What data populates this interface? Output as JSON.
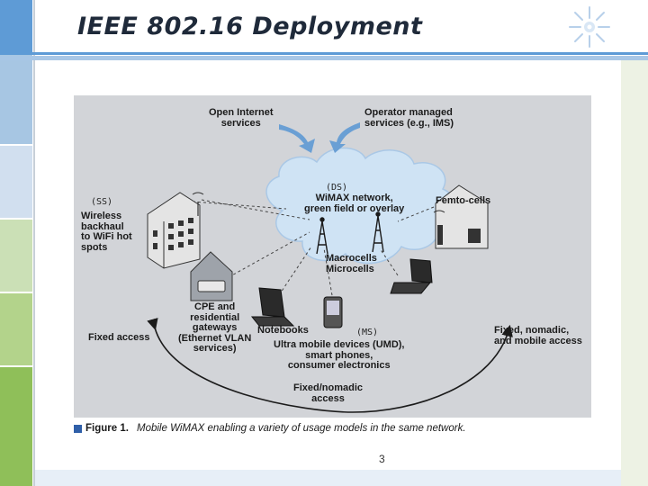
{
  "slide": {
    "title": "IEEE 802.16 Deployment",
    "page_number": "3"
  },
  "figure": {
    "labels": {
      "open_internet": [
        "Open Internet",
        "services"
      ],
      "operator_managed": [
        "Operator managed",
        "services (e.g., IMS)"
      ],
      "wimax_network": [
        "WiMAX network,",
        "green field or overlay"
      ],
      "femto_cells": "Femto-cells",
      "wireless_backhaul": [
        "Wireless",
        "backhaul",
        "to WiFi hot",
        "spots"
      ],
      "macrocells": [
        "Macrocells",
        "Microcells"
      ],
      "cpe": [
        "CPE and",
        "residential",
        "gateways",
        "(Ethernet VLAN",
        "services)"
      ],
      "notebooks": "Notebooks",
      "fixed_access": "Fixed access",
      "umd": [
        "Ultra mobile devices (UMD),",
        "smart phones,",
        "consumer electronics"
      ],
      "fixed_nomadic_mobile": [
        "Fixed, nomadic,",
        "and mobile access"
      ],
      "fixed_nomadic": [
        "Fixed/nomadic",
        "access"
      ]
    },
    "handwritten": {
      "ds": "(DS)",
      "ss": "(SS)",
      "ms": "(MS)"
    },
    "caption": {
      "label": "Figure 1.",
      "text": "Mobile WiMAX enabling a variety of usage models in the same network."
    }
  },
  "colors": {
    "accent_blue": "#5e9bd6",
    "accent_green": "#8fbf59",
    "panel_gray": "#d2d4d8",
    "cloud": "#cfe3f4",
    "arrow_blue": "#6a9fd4"
  }
}
